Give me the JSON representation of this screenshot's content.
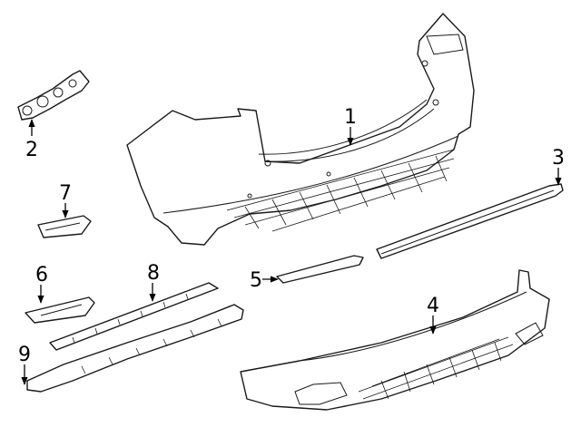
{
  "diagram": {
    "stroke_color": "#1a1a1a",
    "background": "#ffffff",
    "callouts": [
      {
        "id": "1",
        "label": "1"
      },
      {
        "id": "2",
        "label": "2"
      },
      {
        "id": "3",
        "label": "3"
      },
      {
        "id": "4",
        "label": "4"
      },
      {
        "id": "5",
        "label": "5"
      },
      {
        "id": "6",
        "label": "6"
      },
      {
        "id": "7",
        "label": "7"
      },
      {
        "id": "8",
        "label": "8"
      },
      {
        "id": "9",
        "label": "9"
      }
    ]
  }
}
